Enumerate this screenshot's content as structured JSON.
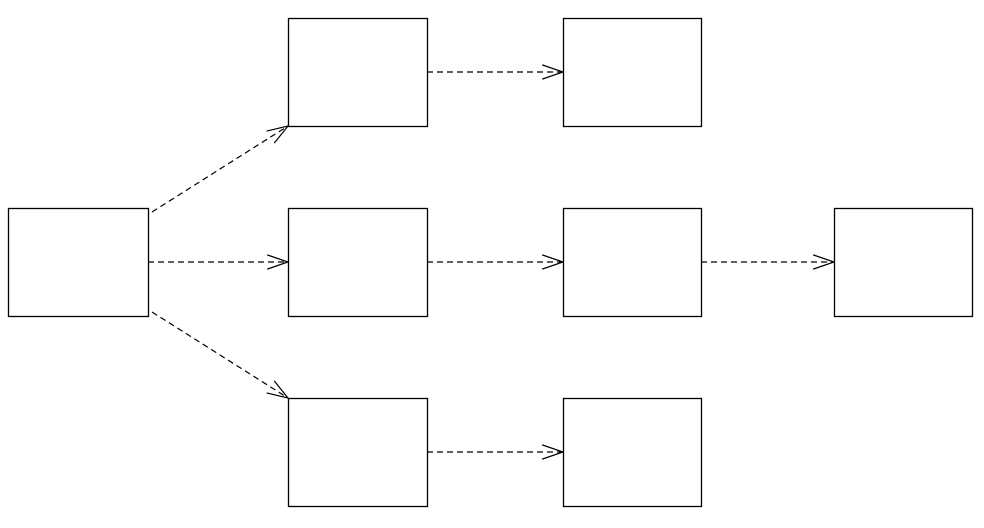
{
  "diagram": {
    "type": "flow",
    "stroke_color": "#000000",
    "background": "#ffffff",
    "line_style": "dashed",
    "arrowhead": "open",
    "nodes": [
      {
        "id": "source",
        "label": ""
      },
      {
        "id": "top-1",
        "label": ""
      },
      {
        "id": "top-2",
        "label": ""
      },
      {
        "id": "mid-1",
        "label": ""
      },
      {
        "id": "mid-2",
        "label": ""
      },
      {
        "id": "mid-3",
        "label": ""
      },
      {
        "id": "bottom-1",
        "label": ""
      },
      {
        "id": "bottom-2",
        "label": ""
      }
    ],
    "edges": [
      {
        "from": "source",
        "to": "top-1"
      },
      {
        "from": "source",
        "to": "mid-1"
      },
      {
        "from": "source",
        "to": "bottom-1"
      },
      {
        "from": "top-1",
        "to": "top-2"
      },
      {
        "from": "mid-1",
        "to": "mid-2"
      },
      {
        "from": "mid-2",
        "to": "mid-3"
      },
      {
        "from": "bottom-1",
        "to": "bottom-2"
      }
    ]
  }
}
